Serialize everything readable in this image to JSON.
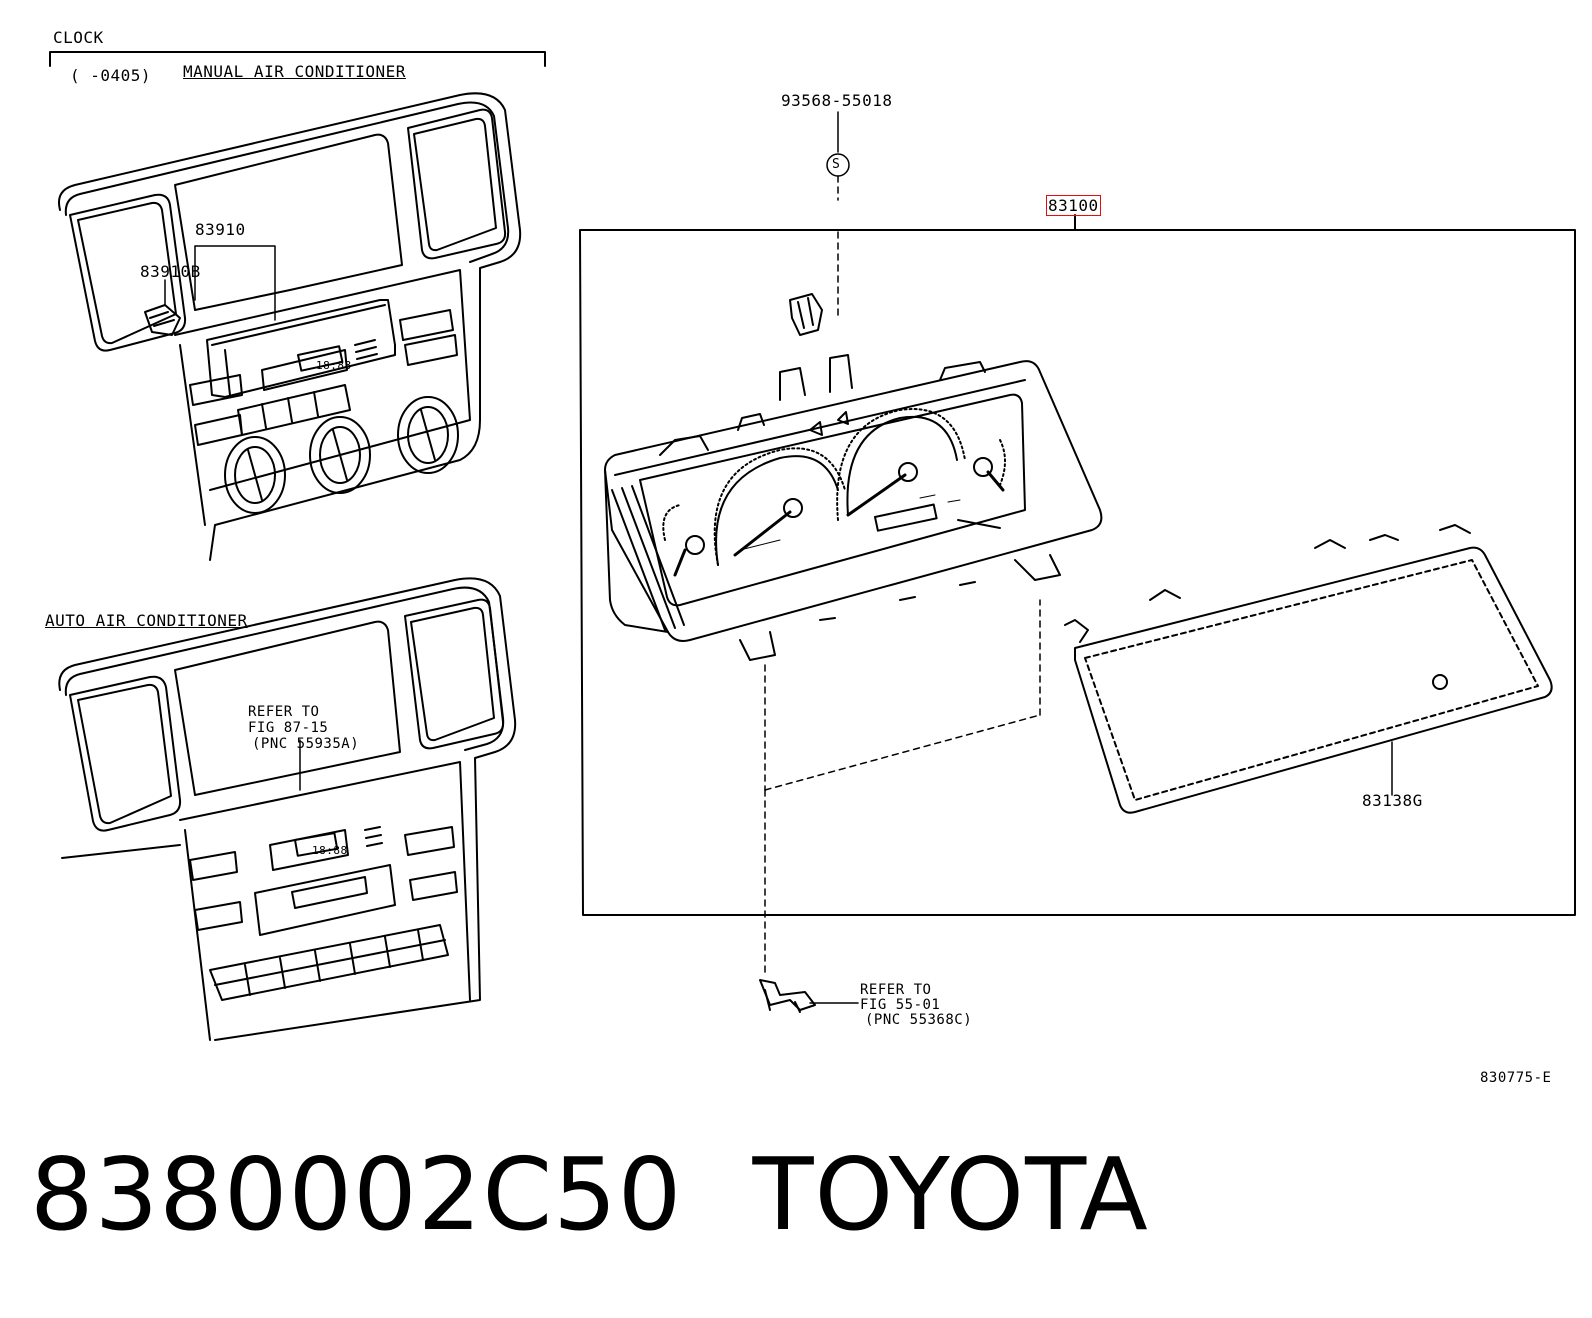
{
  "section_title": "CLOCK",
  "clock_range": "(      -0405)",
  "manual_ac_label": "MANUAL AIR CONDITIONER",
  "auto_ac_label": "AUTO AIR CONDITIONER",
  "parts": {
    "p83910": "83910",
    "p83910B": "83910B",
    "p93568": "93568-55018",
    "p83100": "83100",
    "p83138G": "83138G",
    "screw_symbol": "S"
  },
  "refer_auto": {
    "line1": "REFER TO",
    "line2": "FIG 87-15",
    "line3": "(PNC 55935A)"
  },
  "refer_bracket": {
    "line1": "REFER TO",
    "line2": "FIG 55-01",
    "line3": "(PNC 55368C)"
  },
  "clock_display": "18:88",
  "diagram_code": "830775-E",
  "caption": {
    "part_number": "8380002C50",
    "brand": "TOYOTA"
  },
  "colors": {
    "line": "#000000",
    "highlight": "#e01010",
    "background": "#ffffff"
  }
}
